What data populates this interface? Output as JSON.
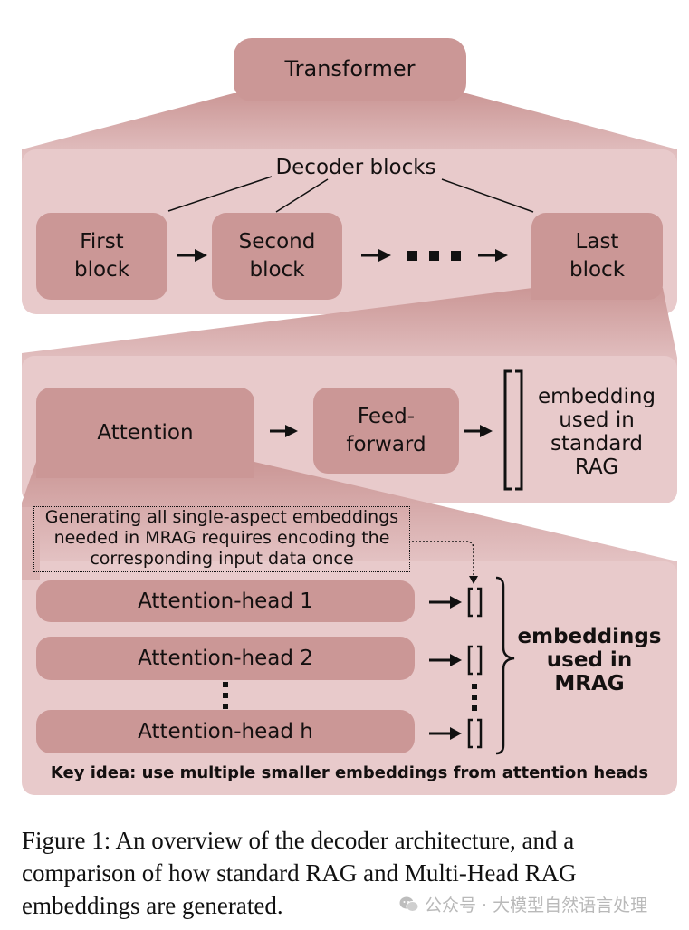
{
  "colors": {
    "panel_light": "#e8cacb",
    "block_dark": "#cb9796",
    "text": "#141010"
  },
  "transformer": {
    "title": "Transformer"
  },
  "decoder_panel": {
    "label": "Decoder blocks",
    "blocks": [
      {
        "line1": "First",
        "line2": "block"
      },
      {
        "line1": "Second",
        "line2": "block"
      },
      {
        "line1": "Last",
        "line2": "block"
      }
    ]
  },
  "block_panel": {
    "attention": "Attention",
    "feedforward_line1": "Feed-",
    "feedforward_line2": "forward",
    "standard_rag_lines": [
      "embedding",
      "used in",
      "standard",
      "RAG"
    ]
  },
  "mrag_panel": {
    "note_lines": [
      "Generating all single-aspect embeddings",
      "needed in MRAG requires encoding the",
      "corresponding input data once"
    ],
    "heads": [
      "Attention-head 1",
      "Attention-head 2",
      "Attention-head h"
    ],
    "mrag_lines": [
      "embeddings",
      "used in",
      "MRAG"
    ],
    "key_idea": "Key idea: use multiple smaller embeddings from attention heads"
  },
  "caption": {
    "lines": [
      "Figure 1: An overview of the decoder architecture, and a",
      "comparison of how standard RAG and Multi-Head RAG",
      "embeddings are generated."
    ]
  },
  "watermark": {
    "icon": "wechat-icon",
    "text": "公众号 · 大模型自然语言处理"
  }
}
